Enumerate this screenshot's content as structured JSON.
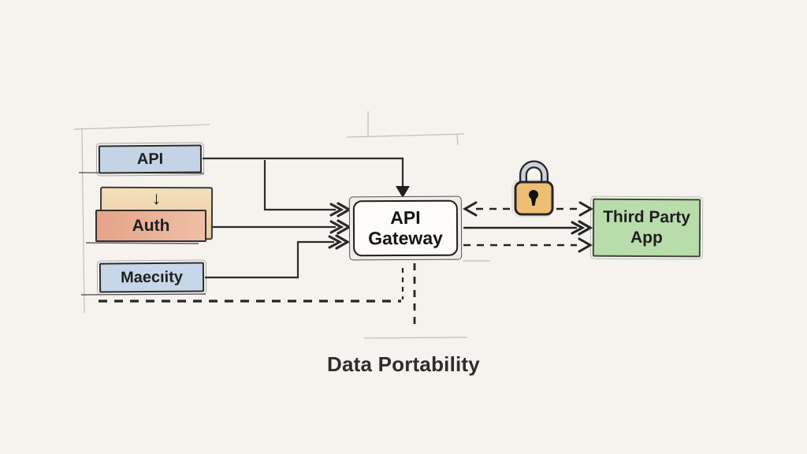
{
  "nodes": {
    "api": {
      "label": "API"
    },
    "auth": {
      "label": "Auth"
    },
    "security": {
      "label": "Maecıity"
    },
    "gateway": {
      "line1": "API",
      "line2": "Gateway"
    },
    "app": {
      "line1": "Third Party",
      "line2": "App"
    }
  },
  "icons": {
    "down_arrow": "↓",
    "lock": "padlock-icon"
  },
  "caption": {
    "label": "Data Portability"
  },
  "colors": {
    "background": "#f6f3ef",
    "ink": "#2a2a2a",
    "api_fill": "#c5d3e6",
    "auth_outer_fill": "#f1d9b4",
    "auth_fill": "#eebfa6",
    "security_fill": "#c8d6e9",
    "gateway_fill": "#fdfcf9",
    "app_fill": "#b9dcab",
    "lock_body": "#edbe73",
    "lock_shackle": "#ccd2d9",
    "faint": "#c2beb6"
  }
}
